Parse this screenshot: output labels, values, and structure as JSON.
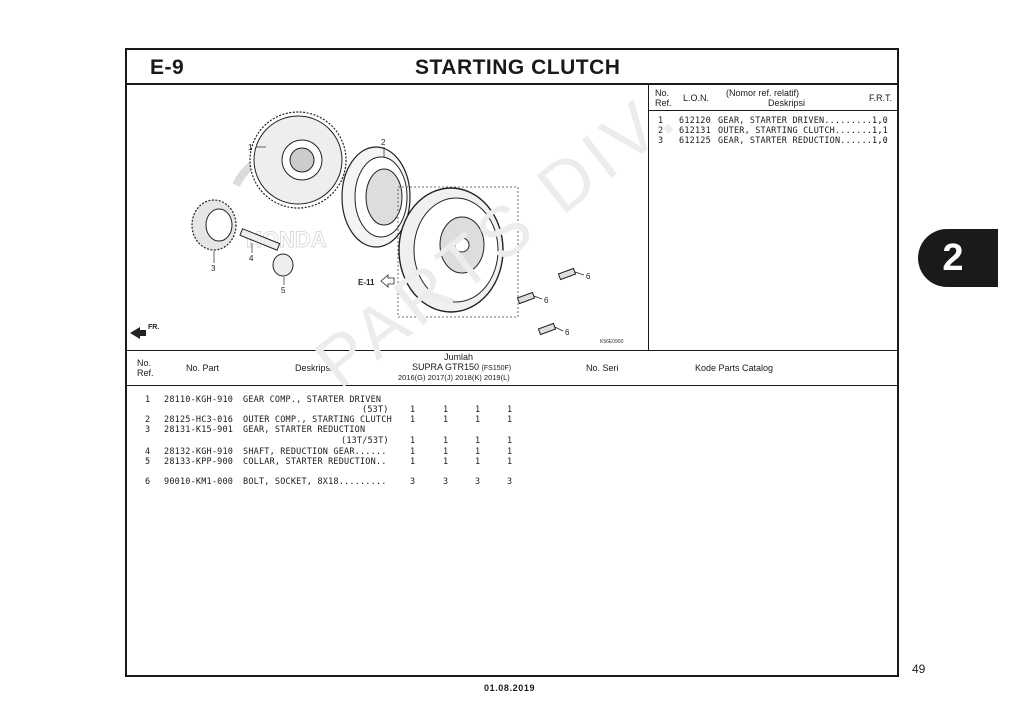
{
  "header": {
    "code": "E-9",
    "title": "STARTING CLUTCH"
  },
  "side_tab": "2",
  "page_number": "49",
  "footer_date": "01.08.2019",
  "watermark": "PARTS DIV.",
  "diagram": {
    "callouts": [
      "1",
      "2",
      "3",
      "4",
      "5",
      "6",
      "6",
      "6"
    ],
    "ref_label": "E-11",
    "fr_label": "FR.",
    "drawing_code": "K56E0900",
    "brand_watermark": "HONDA"
  },
  "frt_table": {
    "headers": {
      "no": "No.",
      "ref": "Ref.",
      "lon": "L.O.N.",
      "nomor": "(Nomor ref. relatif)",
      "deskripsi": "Deskripsi",
      "frt": "F.R.T."
    },
    "rows": [
      {
        "no": "1",
        "lon": "612120",
        "desc": "GEAR, STARTER DRIVEN............",
        "frt": "1,0"
      },
      {
        "no": "2",
        "lon": "612131",
        "desc": "OUTER, STARTING CLUTCH..........",
        "frt": "1,1"
      },
      {
        "no": "3",
        "lon": "612125",
        "desc": "GEAR, STARTER REDUCTION.........",
        "frt": "1,0"
      }
    ]
  },
  "parts_table": {
    "headers": {
      "no": "No.",
      "ref": "Ref.",
      "part": "No. Part",
      "desc": "Deskripsi",
      "jumlah": "Jumlah",
      "model": "SUPRA GTR150",
      "model_code": "(FS150F)",
      "years": [
        "2016(G)",
        "2017(J)",
        "2018(K)",
        "2019(L)"
      ],
      "seri": "No. Seri",
      "catalog": "Kode Parts Catalog"
    },
    "rows": [
      {
        "no": "1",
        "part": "28110-KGH-910",
        "desc": "GEAR COMP., STARTER DRIVEN",
        "desc2": "(53T)",
        "qty": [
          "1",
          "1",
          "1",
          "1"
        ]
      },
      {
        "no": "2",
        "part": "28125-HC3-016",
        "desc": "OUTER COMP., STARTING CLUTCH",
        "desc2": "",
        "qty": [
          "1",
          "1",
          "1",
          "1"
        ]
      },
      {
        "no": "3",
        "part": "28131-K15-901",
        "desc": "GEAR, STARTER REDUCTION",
        "desc2": "(13T/53T)",
        "qty": [
          "1",
          "1",
          "1",
          "1"
        ]
      },
      {
        "no": "4",
        "part": "28132-KGH-910",
        "desc": "SHAFT, REDUCTION GEAR......",
        "desc2": "",
        "qty": [
          "1",
          "1",
          "1",
          "1"
        ]
      },
      {
        "no": "5",
        "part": "28133-KPP-900",
        "desc": "COLLAR, STARTER REDUCTION..",
        "desc2": "",
        "qty": [
          "1",
          "1",
          "1",
          "1"
        ]
      },
      {
        "no": "6",
        "part": "90010-KM1-000",
        "desc": "BOLT, SOCKET, 8X18.........",
        "desc2": "",
        "qty": [
          "3",
          "3",
          "3",
          "3"
        ]
      }
    ]
  }
}
